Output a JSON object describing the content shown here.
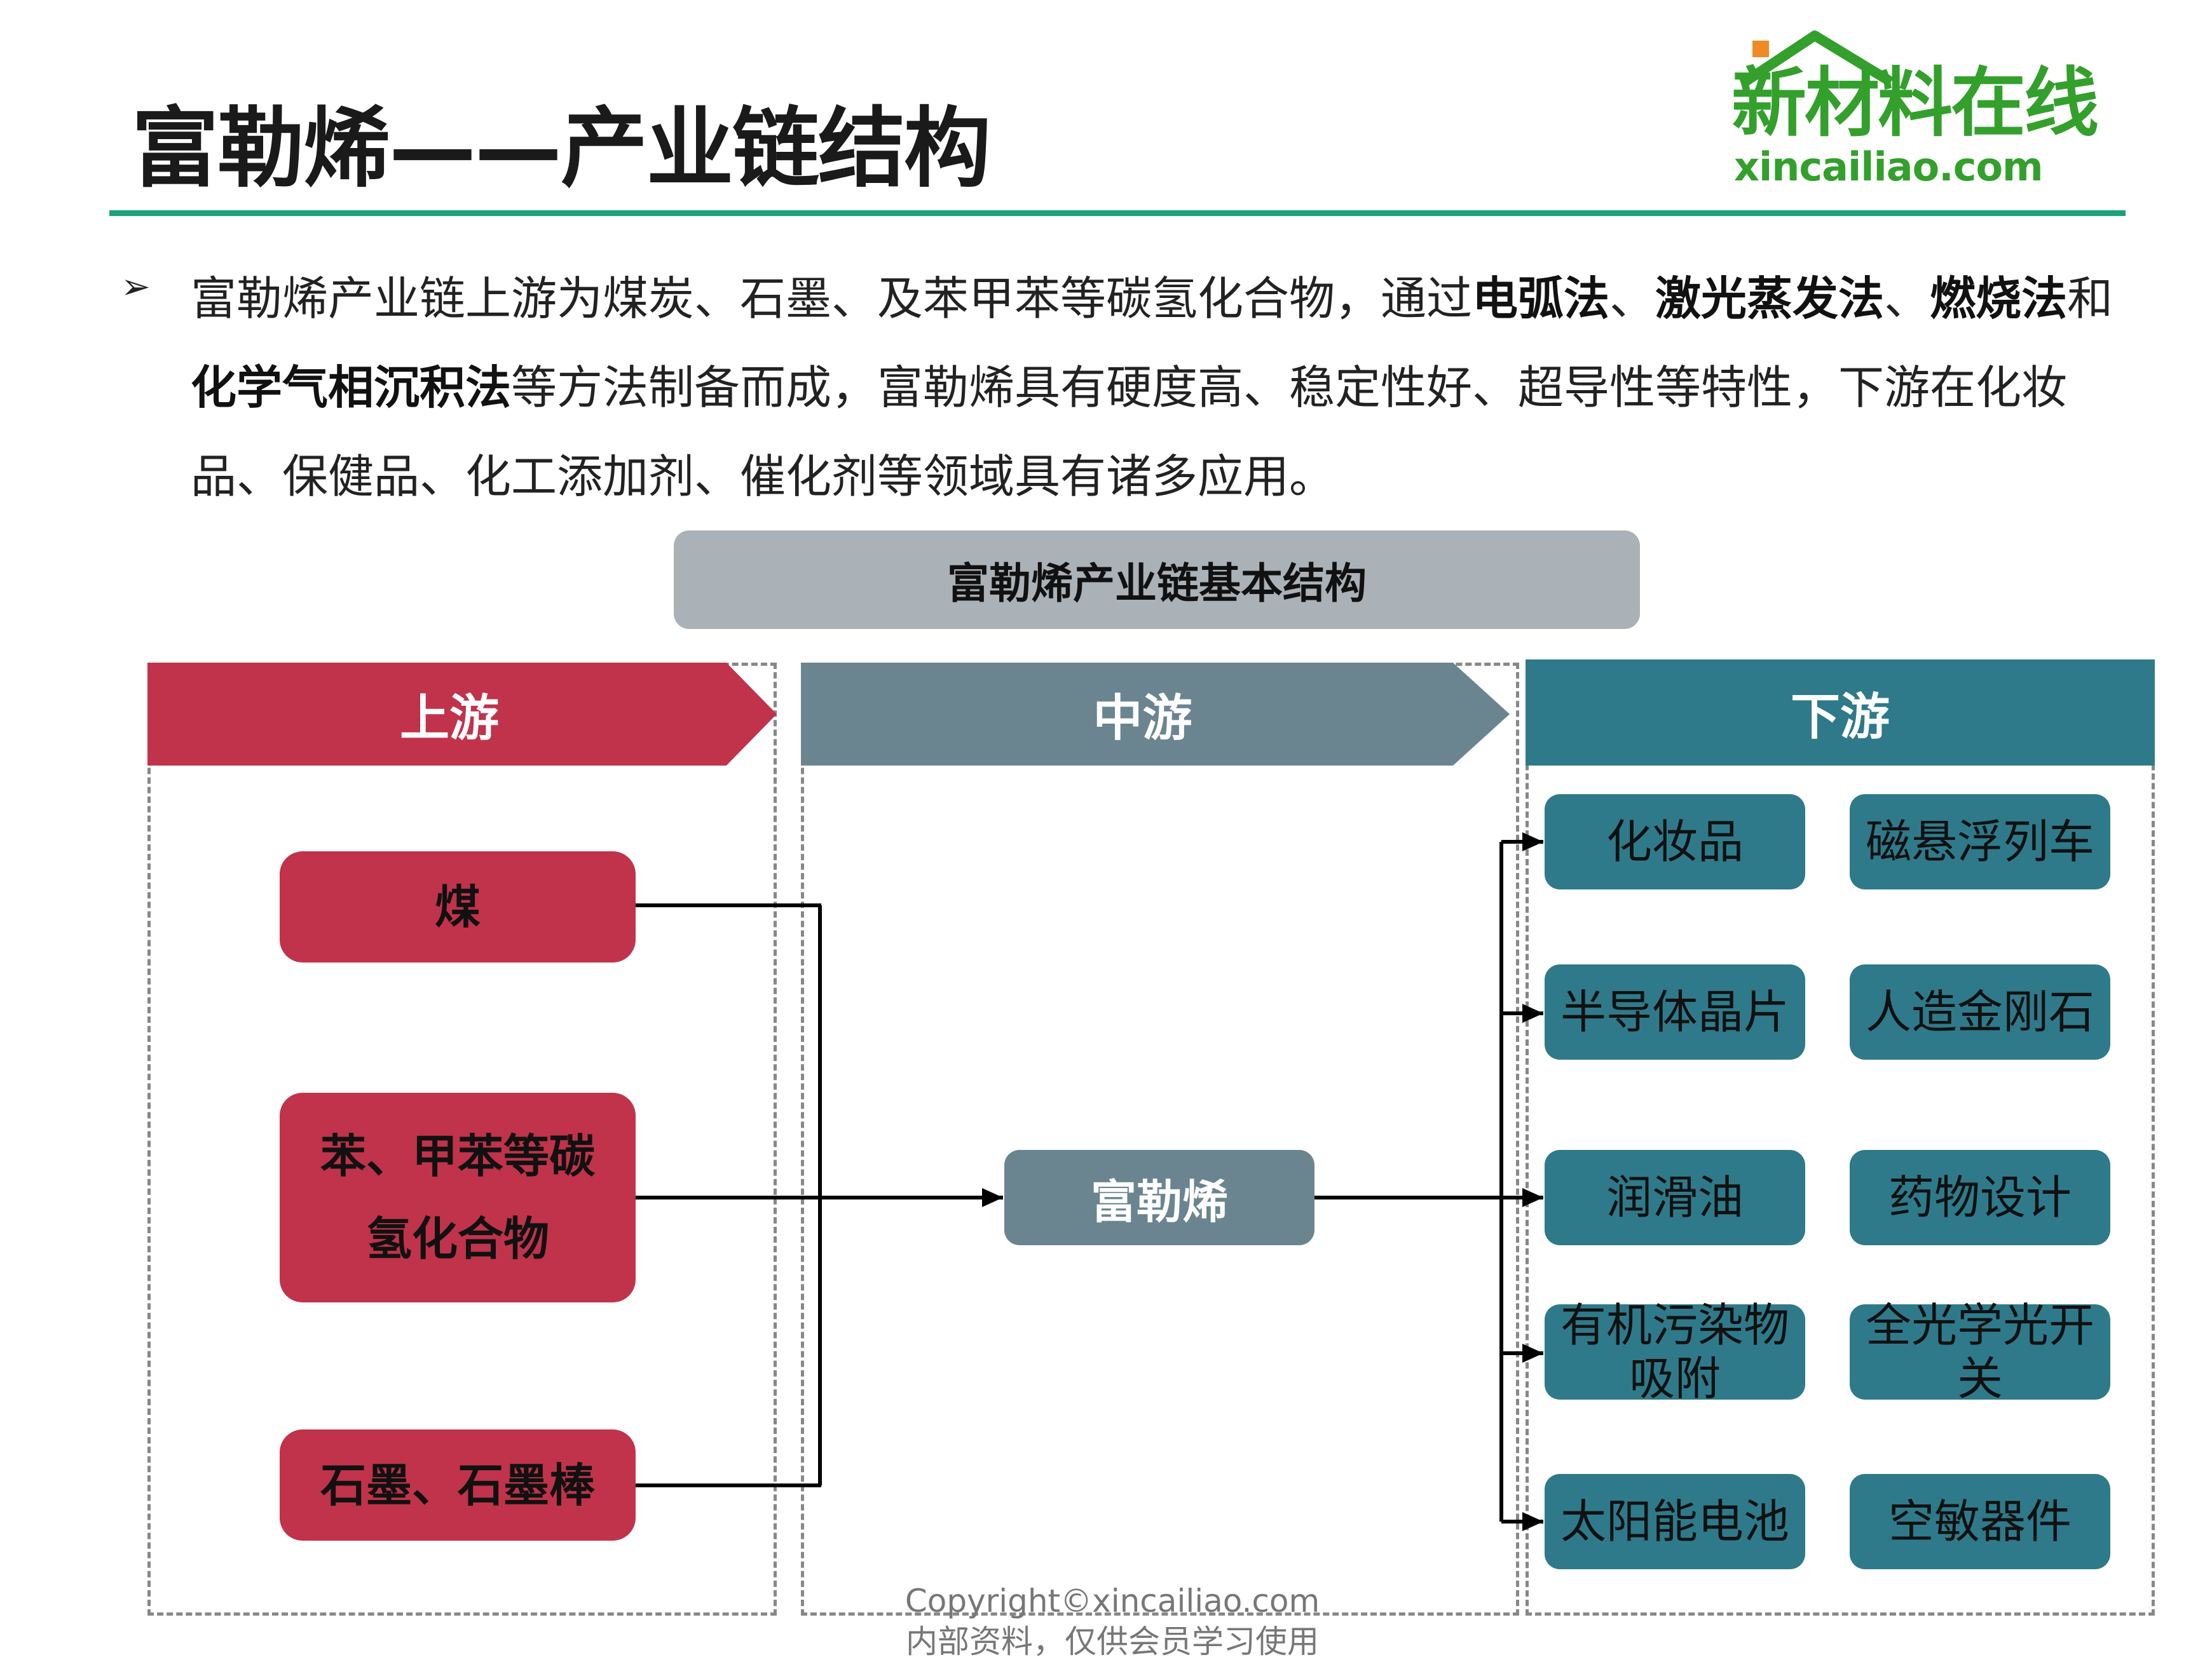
{
  "header": {
    "title": "富勒烯——产业链结构",
    "logo_cn": "新材料在线",
    "logo_en": "xincailiao.com",
    "logo_icon": "house-roof-icon",
    "accent_color": "#1aa37a",
    "logo_color": "#33a02c"
  },
  "intro": {
    "bullet": "➢",
    "parts": [
      {
        "text": "富勒烯产业链上游为煤炭、石墨、及苯甲苯等碳氢化合物，通过",
        "bold": false
      },
      {
        "text": "电弧法",
        "bold": true
      },
      {
        "text": "、",
        "bold": false
      },
      {
        "text": "激光蒸发法",
        "bold": true
      },
      {
        "text": "、",
        "bold": false
      },
      {
        "text": "燃烧法",
        "bold": true
      },
      {
        "text": "和",
        "bold": false
      },
      {
        "text": "化学气相沉积法",
        "bold": true
      },
      {
        "text": "等方法制备而成，富勒烯具有硬度高、稳定性好、超导性等特性，下游在化妆品、保健品、化工添加剂、催化剂等领域具有诸多应用。",
        "bold": false
      }
    ]
  },
  "diagram": {
    "title": "富勒烯产业链基本结构",
    "upstream": {
      "header": "上游",
      "items": [
        "煤",
        "苯、甲苯等碳氢化合物",
        "石墨、石墨棒"
      ]
    },
    "midstream": {
      "header": "中游",
      "item": "富勒烯"
    },
    "downstream": {
      "header": "下游",
      "items": [
        [
          "化妆品",
          "磁悬浮列车"
        ],
        [
          "半导体晶片",
          "人造金刚石"
        ],
        [
          "润滑油",
          "药物设计"
        ],
        [
          "有机污染物吸附",
          "全光学光开关"
        ],
        [
          "太阳能电池",
          "空敏器件"
        ]
      ]
    },
    "colors": {
      "upstream": "#c0334a",
      "midstream": "#6a8590",
      "downstream": "#2f7a8a",
      "title_bar": "#aab1b7"
    }
  },
  "footer": {
    "copyright": "Copyright©xincailiao.com",
    "note": "内部资料，仅供会员学习使用"
  }
}
